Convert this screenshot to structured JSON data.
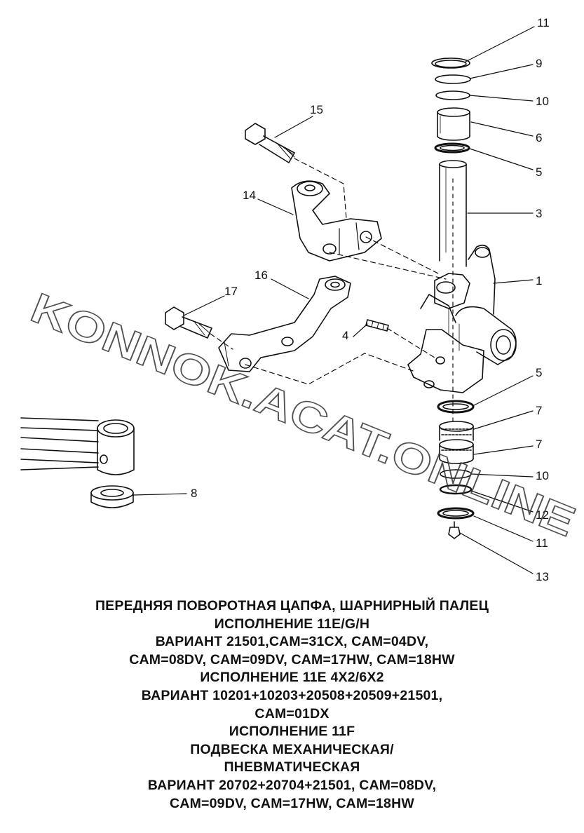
{
  "callouts": [
    {
      "id": "c11a",
      "label": "11"
    },
    {
      "id": "c9",
      "label": "9"
    },
    {
      "id": "c10a",
      "label": "10"
    },
    {
      "id": "c6",
      "label": "6"
    },
    {
      "id": "c5a",
      "label": "5"
    },
    {
      "id": "c3",
      "label": "3"
    },
    {
      "id": "c1",
      "label": "1"
    },
    {
      "id": "c15",
      "label": "15"
    },
    {
      "id": "c14",
      "label": "14"
    },
    {
      "id": "c16",
      "label": "16"
    },
    {
      "id": "c17",
      "label": "17"
    },
    {
      "id": "c4",
      "label": "4"
    },
    {
      "id": "c5b",
      "label": "5"
    },
    {
      "id": "c7a",
      "label": "7"
    },
    {
      "id": "c7b",
      "label": "7"
    },
    {
      "id": "c10b",
      "label": "10"
    },
    {
      "id": "c12",
      "label": "12"
    },
    {
      "id": "c11b",
      "label": "11"
    },
    {
      "id": "c13",
      "label": "13"
    },
    {
      "id": "c8",
      "label": "8"
    }
  ],
  "watermark": "KONNOK.ACAT.ONLINE",
  "caption": [
    "ПЕРЕДНЯЯ ПОВОРОТНАЯ ЦАПФА, ШАРНИРНЫЙ ПАЛЕЦ",
    "ИСПОЛНЕНИЕ 11E/G/H",
    "ВАРИАНТ 21501,CAM=31CX, CAM=04DV,",
    "CAM=08DV, CAM=09DV, CAM=17HW, CAM=18HW",
    "ИСПОЛНЕНИЕ 11E 4X2/6X2",
    "ВАРИАНТ 10201+10203+20508+20509+21501,",
    "CAM=01DX",
    "ИСПОЛНЕНИЕ 11F",
    "ПОДВЕСКА МЕХАНИЧЕСКАЯ/",
    "ПНЕВМАТИЧЕСКАЯ",
    "ВАРИАНТ 20702+20704+21501, CAM=08DV,",
    "CAM=09DV, CAM=17HW, CAM=18HW"
  ]
}
